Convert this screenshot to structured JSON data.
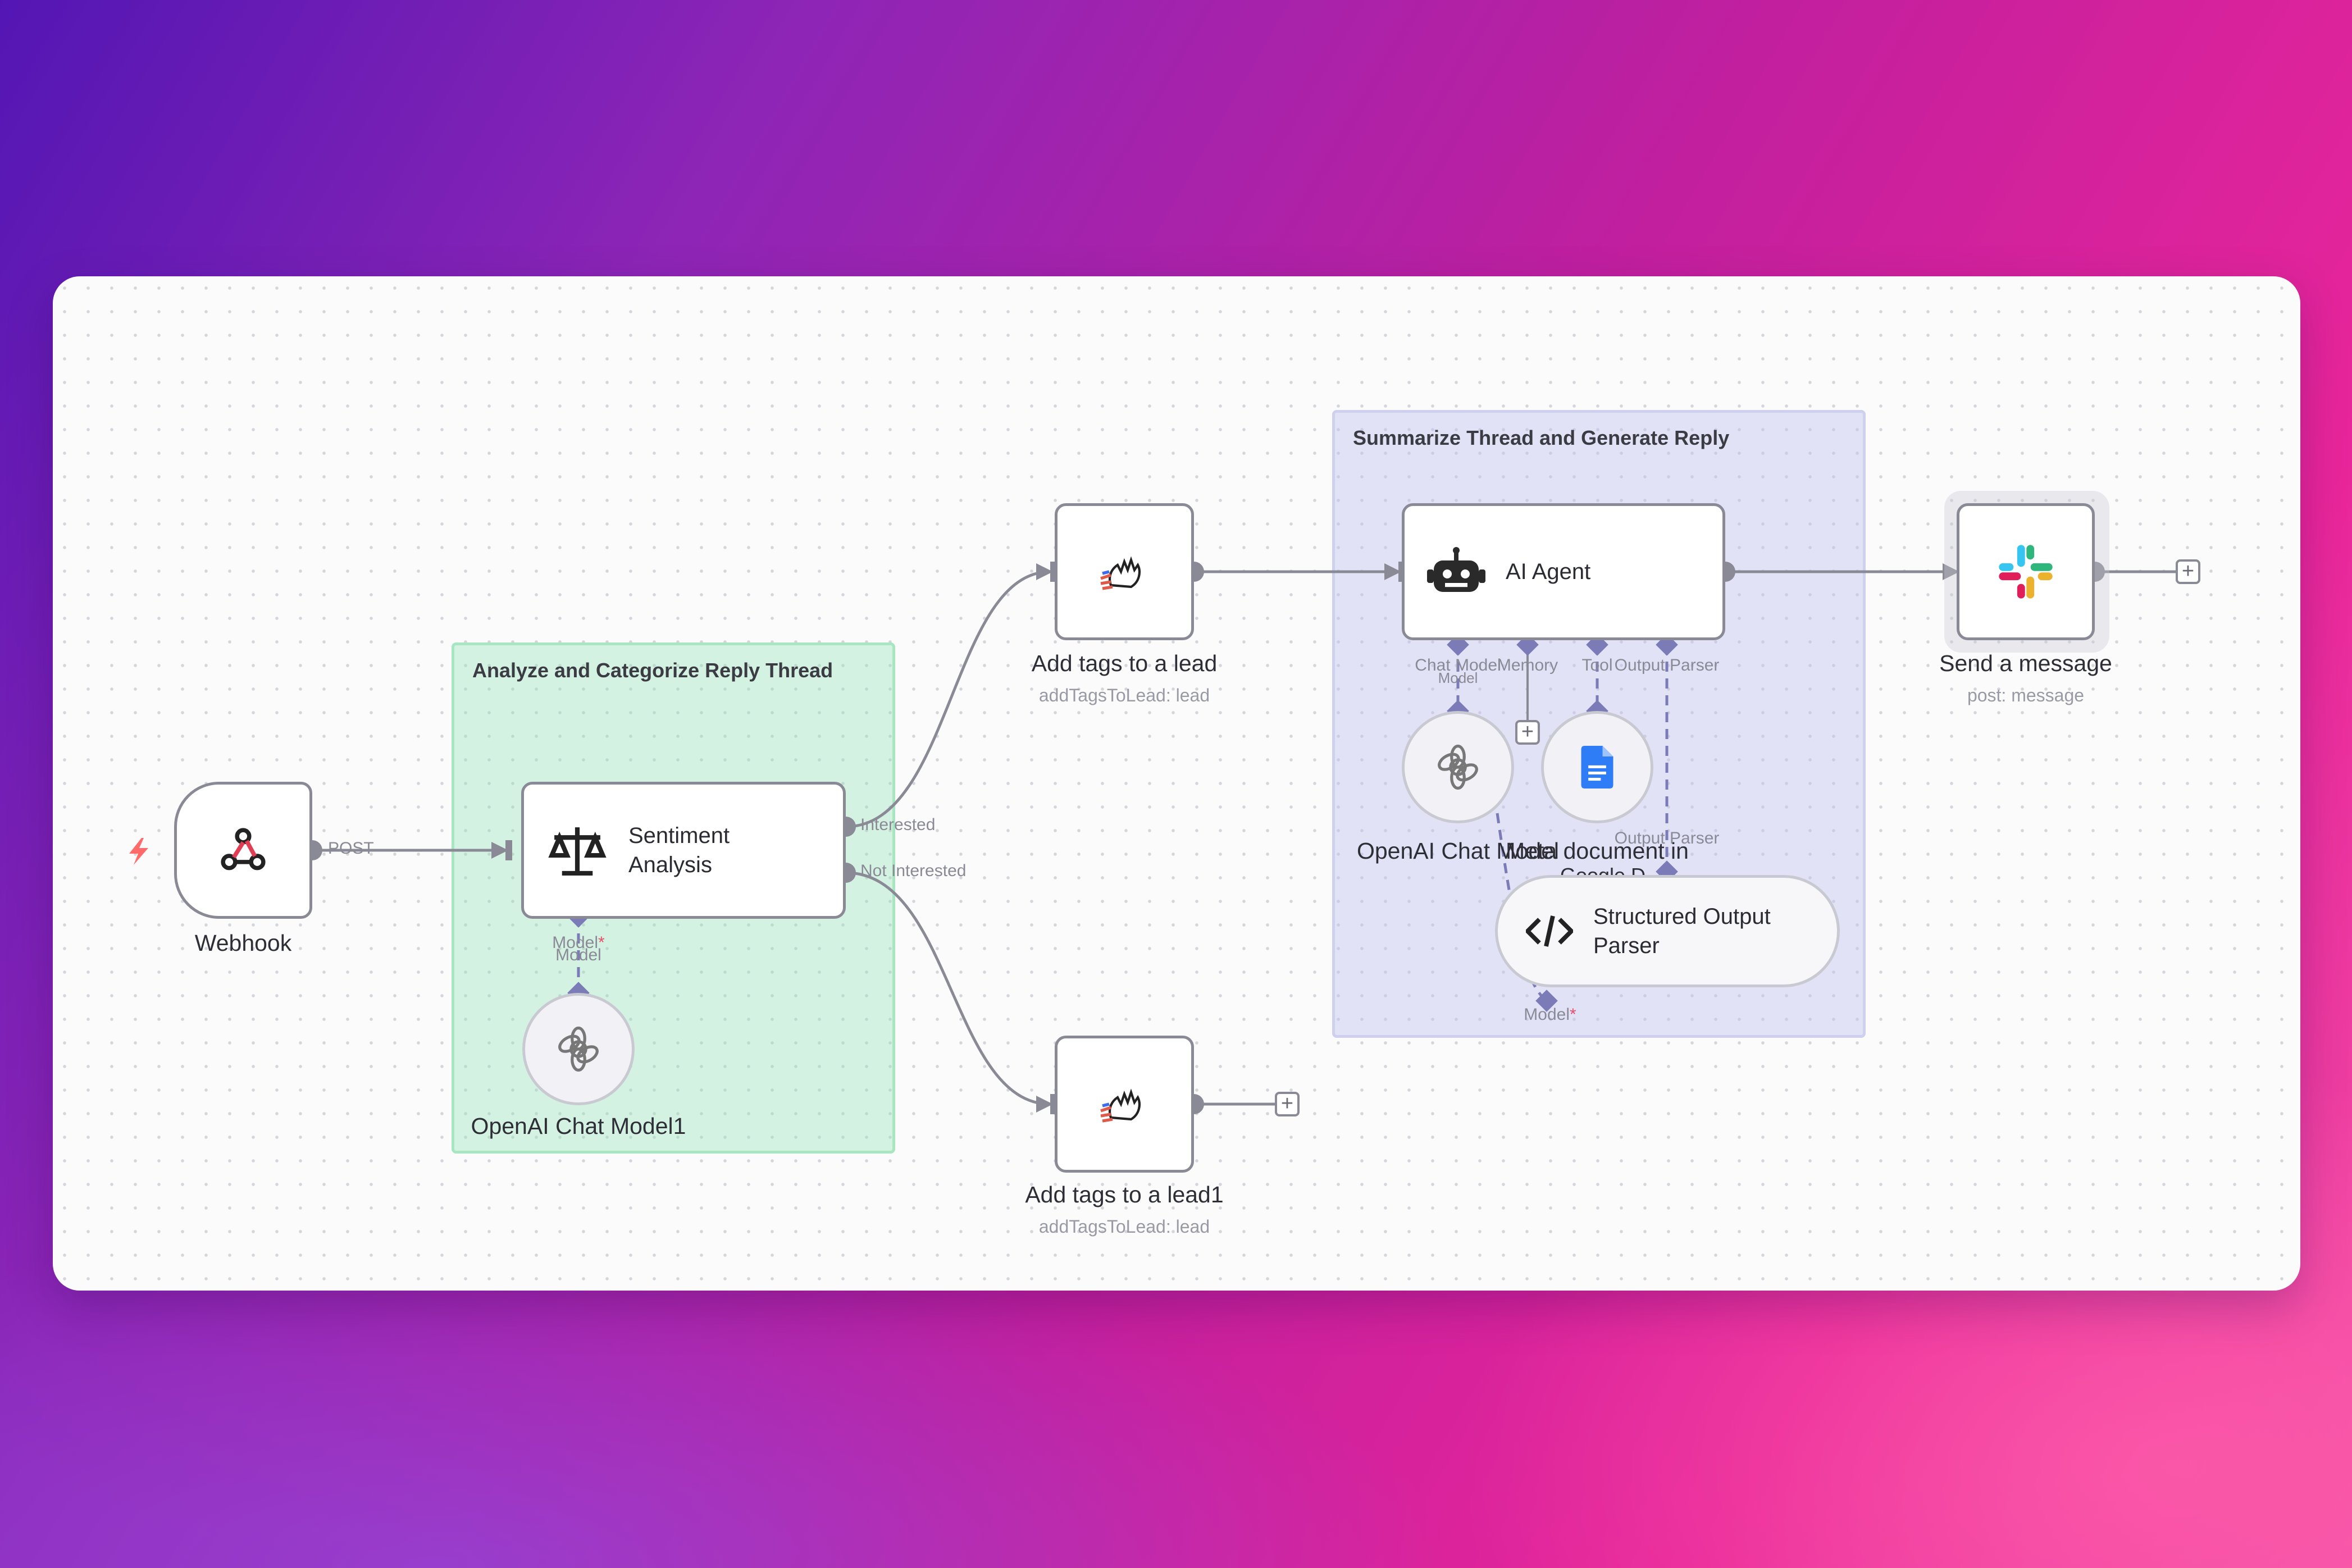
{
  "groups": {
    "analyze": "Analyze and Categorize Reply Thread",
    "summarize": "Summarize Thread and Generate Reply"
  },
  "nodes": {
    "webhook": {
      "label": "Webhook",
      "output_label": "POST"
    },
    "sentiment": {
      "label": "Sentiment Analysis",
      "out_interested": "Interested",
      "out_not_interested": "Not Interested",
      "port_model": "Model",
      "port_model_req": "*",
      "port_model2": "Model"
    },
    "openai1": {
      "label": "OpenAI Chat Model1"
    },
    "tags1": {
      "label": "Add tags to a lead",
      "sub": "addTagsToLead: lead"
    },
    "tags2": {
      "label": "Add tags to a lead1",
      "sub": "addTagsToLead: lead"
    },
    "agent": {
      "label": "AI Agent",
      "port_chat_model": "Chat Model",
      "port_memory": "Memory",
      "port_tool": "Tool",
      "port_output_parser": "Output Parser",
      "port_model_small": "Model"
    },
    "openai_model": {
      "label": "OpenAI Chat Model"
    },
    "gdoc": {
      "label": "Get a document in Google D…",
      "overlap": "Meta document in",
      "overlap2": "Google D"
    },
    "parser": {
      "label": "Structured Output Parser",
      "port_output_parser": "Output Parser",
      "port_model": "Model",
      "port_model_req": "*"
    },
    "slack": {
      "label": "Send a message",
      "sub": "post: message"
    }
  },
  "colors": {
    "connection": "#8a8a96",
    "port_diamond": "#7b7bb8",
    "group_green": "#d6f4e3",
    "group_purple": "#e3e3f7",
    "trigger_bolt": "#ff6b6b"
  },
  "icons": {
    "webhook": "webhook-icon",
    "sentiment": "balance-scale-icon",
    "openai": "openai-icon",
    "tags": "hand-wave-icon",
    "agent": "robot-icon",
    "gdoc": "google-docs-icon",
    "parser": "code-icon",
    "slack": "slack-icon",
    "trigger": "lightning-icon",
    "plus": "plus-icon"
  }
}
